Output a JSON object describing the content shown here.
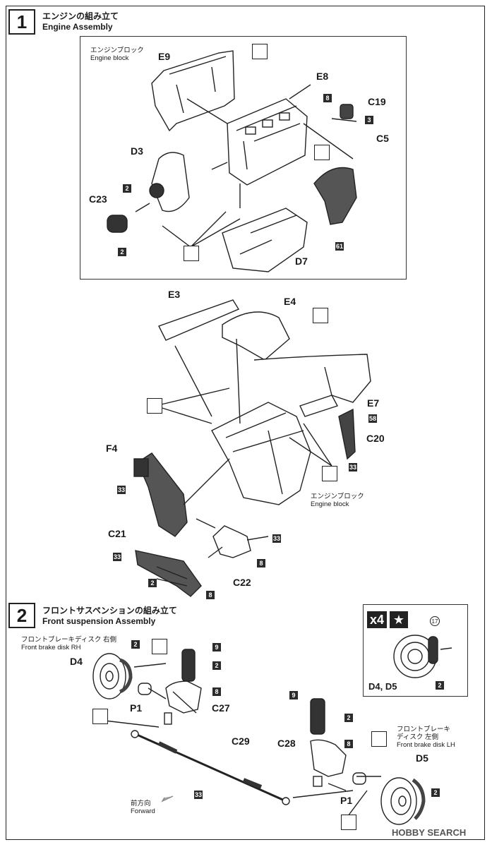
{
  "step1": {
    "number": "1",
    "title_jp": "エンジンの組み立て",
    "title_en": "Engine Assembly",
    "engine_block_jp": "エンジンブロック",
    "engine_block_en": "Engine block",
    "labels": {
      "E9": "E9",
      "E8": "E8",
      "C19": "C19",
      "C5": "C5",
      "D3": "D3",
      "C23": "C23",
      "D7": "D7",
      "E3": "E3",
      "E4": "E4",
      "E7": "E7",
      "C20": "C20",
      "F4": "F4",
      "C21": "C21",
      "C22": "C22"
    },
    "paint": {
      "p8a": "8",
      "p3": "3",
      "p2a": "2",
      "p2b": "2",
      "p61": "61",
      "p58": "58",
      "p33a": "33",
      "p33b": "33",
      "p33c": "33",
      "p33d": "33",
      "p8b": "8",
      "p2c": "2",
      "p8c": "8"
    }
  },
  "step2": {
    "number": "2",
    "title_jp": "フロントサスペンションの組み立て",
    "title_en": "Front suspension Assembly",
    "disk_rh_jp": "フロントブレーキディスク 右側",
    "disk_rh_en": "Front brake disk RH",
    "disk_lh_jp1": "フロントブレーキ",
    "disk_lh_jp2": "ディスク 左側",
    "disk_lh_en": "Front brake disk LH",
    "forward_jp": "前方向",
    "forward_en": "Forward",
    "inset_count": "x4",
    "inset_star": "★",
    "inset_label": "D4, D5",
    "inset_decal": "17",
    "labels": {
      "D4": "D4",
      "P1a": "P1",
      "C27": "C27",
      "C29": "C29",
      "C28": "C28",
      "D5": "D5",
      "P1b": "P1"
    },
    "paint": {
      "q2a": "2",
      "q9a": "9",
      "q2b": "2",
      "q8a": "8",
      "q33": "33",
      "q9b": "9",
      "q2c": "2",
      "q8b": "8",
      "q2d": "2",
      "q2e": "2"
    }
  },
  "watermark": "HOBBY SEARCH"
}
